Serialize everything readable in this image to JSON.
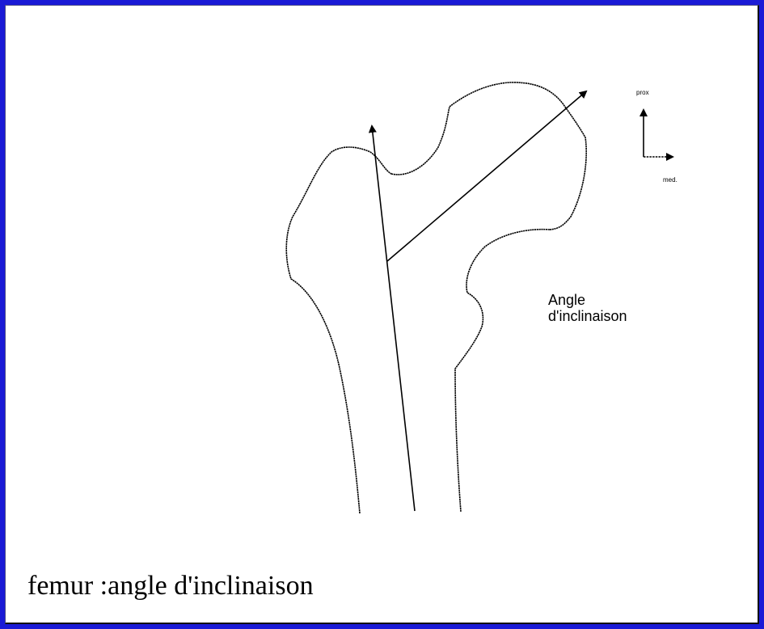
{
  "caption": "femur :angle d'inclinaison",
  "angle_label": {
    "line1": "Angle",
    "line2": "d'inclinaison"
  },
  "orientation": {
    "proximal": "prox",
    "medial": "med."
  },
  "colors": {
    "frame_border": "#1a1ad6",
    "stroke": "#000000",
    "background": "#ffffff"
  }
}
